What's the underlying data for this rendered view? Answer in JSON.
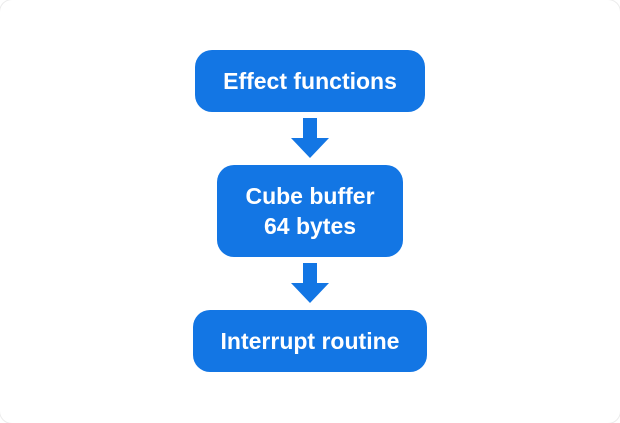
{
  "diagram": {
    "type": "flowchart",
    "accent_color": "#1376E4",
    "node_text_color": "#FFFFFF",
    "background_color": "#FFFFFF",
    "nodes": [
      {
        "id": "effect-functions",
        "lines": [
          "Effect functions"
        ]
      },
      {
        "id": "cube-buffer",
        "lines": [
          "Cube buffer",
          "64 bytes"
        ]
      },
      {
        "id": "interrupt-routine",
        "lines": [
          "Interrupt routine"
        ]
      }
    ],
    "connections": [
      {
        "from": "effect-functions",
        "to": "cube-buffer",
        "style": "down-arrow"
      },
      {
        "from": "cube-buffer",
        "to": "interrupt-routine",
        "style": "down-arrow"
      }
    ]
  }
}
